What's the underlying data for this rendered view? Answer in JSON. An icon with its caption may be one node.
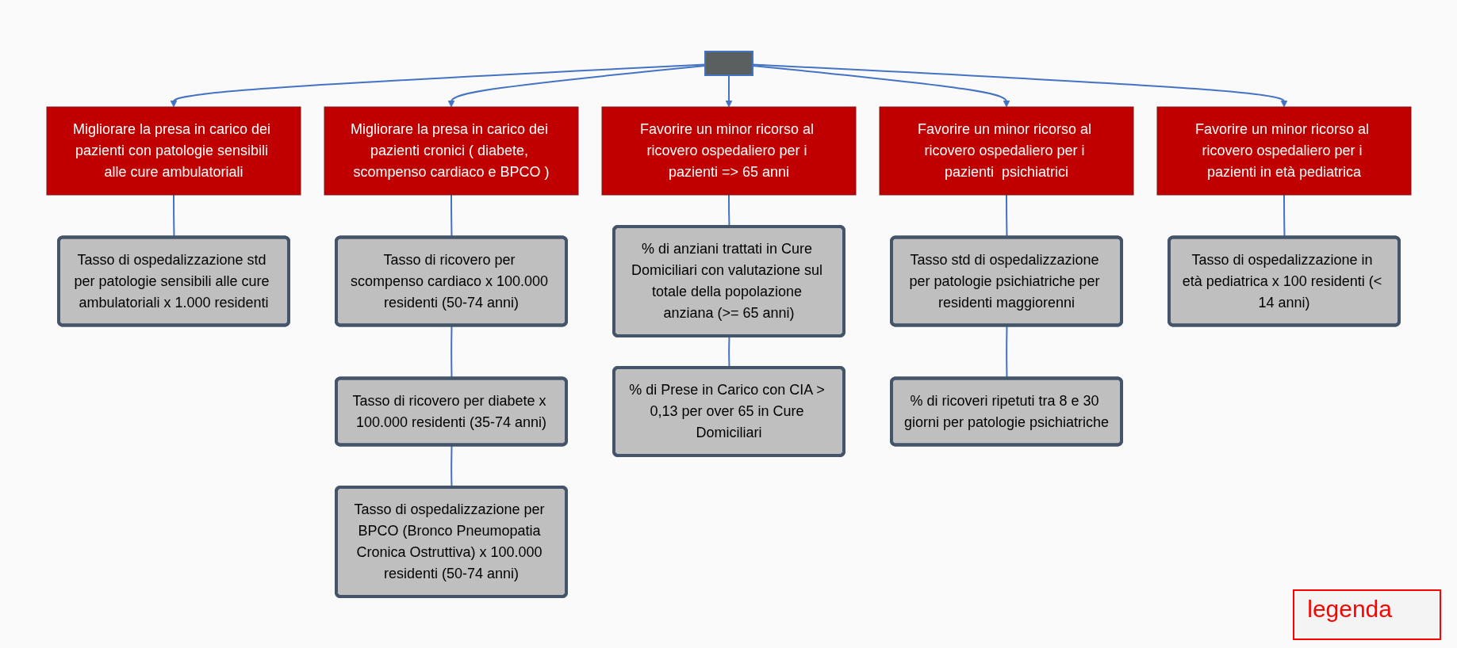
{
  "diagram": {
    "nodes": [
      {
        "text": [],
        "shape": "box"
      },
      {
        "text": [
          "Migliorare la presa in carico dei pazienti con patologie sensibili alle cure ambulatoriali"
        ]
      },
      {
        "text": [
          "Migliorare la presa in carico dei pazienti cronici ( diabete, scompenso cardiaco e BPCO )"
        ]
      },
      {
        "text": [
          "Favorire un minor ricorso al ricovero ospedaliero per i pazienti => 65 anni"
        ]
      },
      {
        "text": [
          "Favorire un minor ricorso al ricovero ospedaliero per i pazienti  psichiatrici"
        ]
      },
      {
        "text": [
          "Favorire un minor ricorso al ricovero ospedaliero per i pazienti in età pediatrica"
        ]
      },
      {
        "text": [
          "Tasso di ospedalizzazione std per patologie sensibili alle cure ambulatoriali x 1.000 residenti"
        ]
      },
      {
        "text": [
          "Tasso di ricovero per scompenso cardiaco x 100.000 residenti (50-74 anni)"
        ]
      },
      {
        "text": [
          "Tasso di ricovero per diabete x 100.000 residenti (35-74 anni)"
        ]
      },
      {
        "text": [
          "Tasso di ospedalizzazione per BPCO (Bronco Pneumopatia Cronica Ostruttiva) x 100.000 residenti (50-74 anni)"
        ]
      },
      {
        "text": [
          "% di anziani trattati in Cure Domiciliari con valutazione sul totale della popolazione anziana (>= 65 anni)"
        ]
      },
      {
        "text": [
          "% di Prese in Carico con CIA > 0,13 per over 65 in Cure Domiciliari"
        ]
      },
      {
        "text": [
          "Tasso std di ospedalizzazione per patologie psichiatriche per residenti maggiorenni"
        ]
      },
      {
        "text": [
          "% di ricoveri ripetuti tra 8 e 30 giorni per patologie psichiatriche"
        ]
      },
      {
        "text": [
          "Tasso di ospedalizzazione in età pediatrica x 100 residenti (< 14 anni)"
        ]
      }
    ],
    "edges": [
      {
        "from": 0,
        "to": 1,
        "arrow": "to"
      },
      {
        "from": 0,
        "to": 2,
        "arrow": "to"
      },
      {
        "from": 0,
        "to": 3,
        "arrow": "to"
      },
      {
        "from": 0,
        "to": 4,
        "arrow": "to"
      },
      {
        "from": 0,
        "to": 5,
        "arrow": "to"
      },
      {
        "from": 1,
        "to": 6,
        "arrow": "none"
      },
      {
        "from": 2,
        "to": 7,
        "arrow": "none"
      },
      {
        "from": 7,
        "to": 8,
        "arrow": "none"
      },
      {
        "from": 8,
        "to": 9,
        "arrow": "none"
      },
      {
        "from": 3,
        "to": 10,
        "arrow": "none"
      },
      {
        "from": 10,
        "to": 11,
        "arrow": "none"
      },
      {
        "from": 4,
        "to": 12,
        "arrow": "none"
      },
      {
        "from": 12,
        "to": 13,
        "arrow": "none"
      },
      {
        "from": 5,
        "to": 14,
        "arrow": "none"
      }
    ],
    "labels": [
      "legenda"
    ]
  }
}
